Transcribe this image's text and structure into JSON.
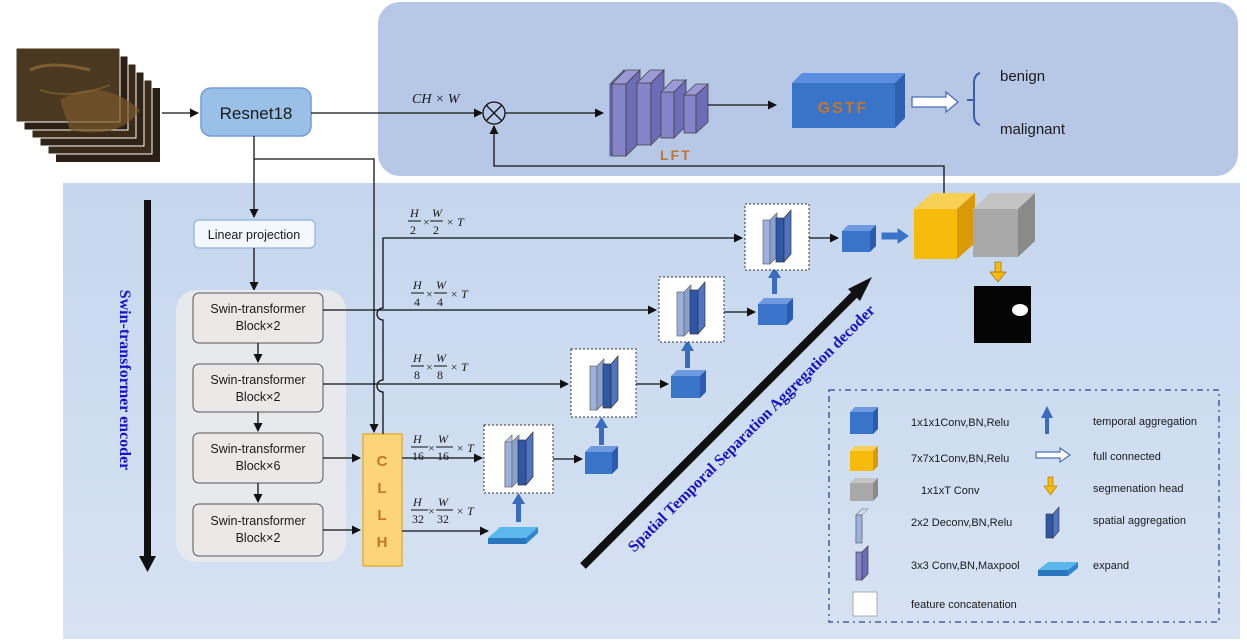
{
  "colors": {
    "top_panel": "#b4c6e6",
    "bottom_panel": "#cddcf0",
    "blue_box": "#3a74c8",
    "yellow_box": "#f6bb0b",
    "gray_box": "#a8a8a8",
    "clh": "#fbd277",
    "gstf_text": "#c4752c",
    "title_blue": "#1a12c8"
  },
  "resnet": {
    "label": "Resnet18"
  },
  "chw_label": "CH × W",
  "lft": {
    "label": "LFT"
  },
  "gstf": {
    "label": "GSTF"
  },
  "outputs": {
    "benign": "benign",
    "malignant": "malignant"
  },
  "linear_projection": "Linear projection",
  "encoder_title": "Swin-transformer encoder",
  "decoder_title": "Spatial Temporal Separation Aggregation decoder",
  "blocks": [
    {
      "line1": "Swin-transformer",
      "line2": "Block×2"
    },
    {
      "line1": "Swin-transformer",
      "line2": "Block×2"
    },
    {
      "line1": "Swin-transformer",
      "line2": "Block×6"
    },
    {
      "line1": "Swin-transformer",
      "line2": "Block×2"
    }
  ],
  "clh": {
    "letters": [
      "C",
      "L",
      "L",
      "H"
    ]
  },
  "scales": [
    {
      "num": "H",
      "den": "2",
      "num2": "W",
      "den2": "2",
      "suffix": "× T"
    },
    {
      "num": "H",
      "den": "4",
      "num2": "W",
      "den2": "4",
      "suffix": "× T"
    },
    {
      "num": "H",
      "den": "8",
      "num2": "W",
      "den2": "8",
      "suffix": "× T"
    },
    {
      "num": "H",
      "den": "16",
      "num2": "W",
      "den2": "16",
      "suffix": "× T"
    },
    {
      "num": "H",
      "den": "32",
      "num2": "W",
      "den2": "32",
      "suffix": "× T"
    }
  ],
  "legend": {
    "left": [
      {
        "icon": "blue-cube",
        "label": "1x1x1Conv,BN,Relu"
      },
      {
        "icon": "yellow-cube",
        "label": "7x7x1Conv,BN,Relu"
      },
      {
        "icon": "gray-cube",
        "label": "1x1xT Conv"
      },
      {
        "icon": "light-slab",
        "label": "2x2 Deconv,BN,Relu"
      },
      {
        "icon": "purple-slab",
        "label": "3x3 Conv,BN,Maxpool"
      },
      {
        "icon": "white-square",
        "label": "feature concatenation"
      }
    ],
    "right": [
      {
        "icon": "up-arrow",
        "label": "temporal aggregation"
      },
      {
        "icon": "hollow-arrow",
        "label": "full connected"
      },
      {
        "icon": "yellow-down-arrow",
        "label": "segmenation head"
      },
      {
        "icon": "blue-slab",
        "label": "spatial aggregation"
      },
      {
        "icon": "flat-plate",
        "label": "expand"
      }
    ]
  }
}
